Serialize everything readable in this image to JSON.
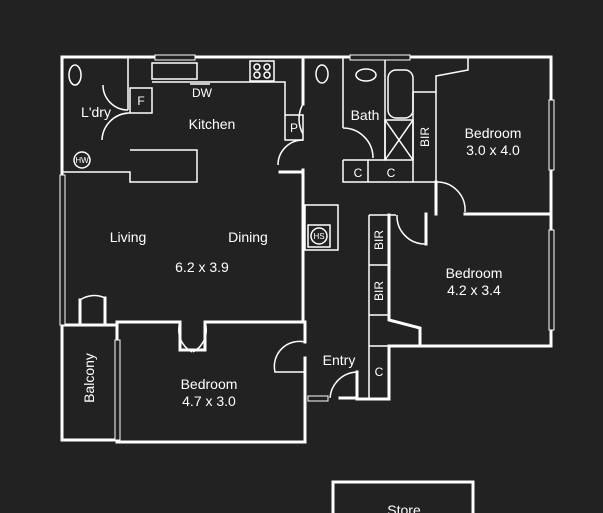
{
  "plan": {
    "rooms": {
      "laundry": "L'dry",
      "kitchen": "Kitchen",
      "living": "Living",
      "dining": "Dining",
      "living_size": "6.2 x 3.9",
      "bath": "Bath",
      "bedroom1": "Bedroom",
      "bedroom1_size": "3.0 x 4.0",
      "bedroom2": "Bedroom",
      "bedroom2_size": "4.2 x 3.4",
      "bedroom3": "Bedroom",
      "bedroom3_size": "4.7 x 3.0",
      "balcony": "Balcony",
      "entry": "Entry",
      "store": "Store"
    },
    "fixtures": {
      "fridge": "F",
      "dishwasher": "DW",
      "pantry": "P",
      "hot_water": "HW",
      "heating": "HS",
      "cupboard": "C",
      "built_in_robe": "BIR"
    }
  }
}
